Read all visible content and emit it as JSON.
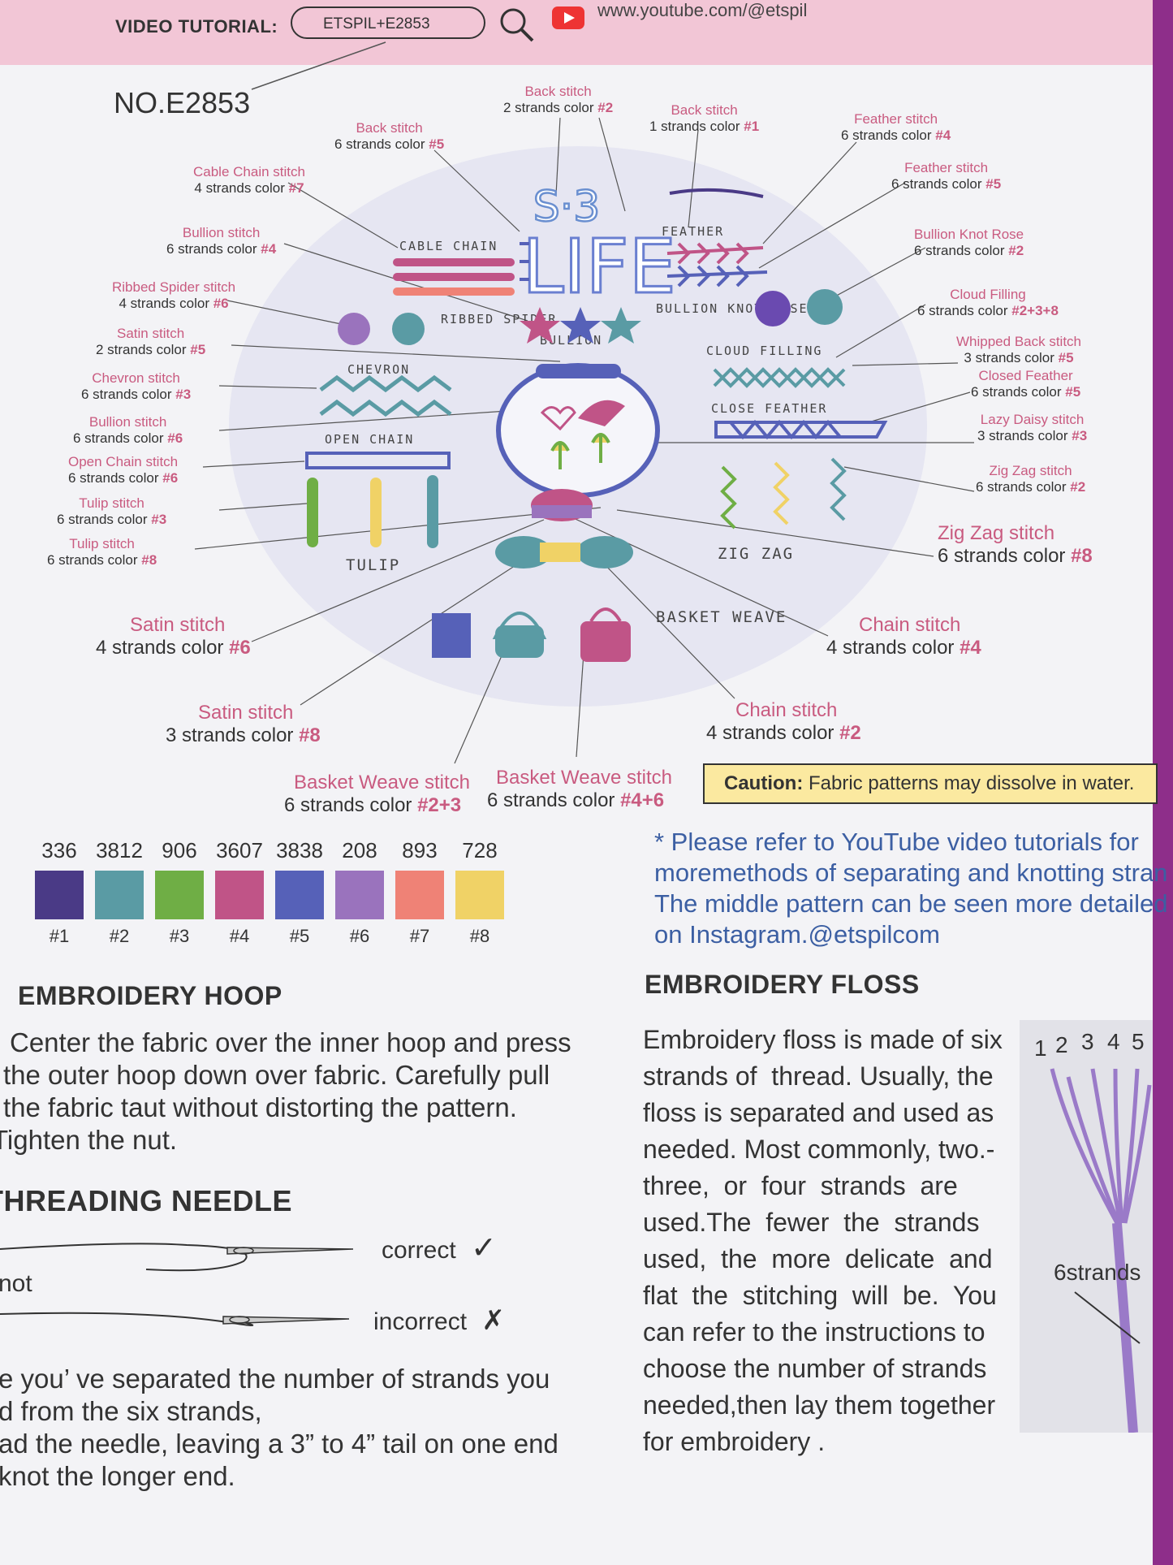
{
  "header": {
    "video_label": "VIDEO TUTORIAL:",
    "search_text": "ETSPIL+E2853",
    "url": "www.youtube.com/@etspil",
    "model_no": "NO.E2853"
  },
  "design": {
    "title_top": "S·3",
    "title_main": "LIFE",
    "section_labels": [
      "CABLE CHAIN",
      "FEATHER",
      "RIBBED SPIDER",
      "BULLION",
      "BULLION KNOT ROSE",
      "CHEVRON",
      "CLOUD FILLING",
      "CLOSE FEATHER",
      "OPEN CHAIN",
      "TULIP",
      "ZIG ZAG",
      "BASKET WEAVE"
    ]
  },
  "stitches": [
    {
      "name": "Back stitch",
      "spec": "6 strands color ",
      "color": "#5"
    },
    {
      "name": "Back stitch",
      "spec": "2 strands color ",
      "color": "#2"
    },
    {
      "name": "Back stitch",
      "spec": "1 strands color ",
      "color": "#1"
    },
    {
      "name": "Feather stitch",
      "spec": "6 strands color ",
      "color": "#4"
    },
    {
      "name": "Cable Chain stitch",
      "spec": "4 strands color ",
      "color": "#7"
    },
    {
      "name": "Feather stitch",
      "spec": "6 strands color ",
      "color": "#5"
    },
    {
      "name": "Bullion stitch",
      "spec": "6 strands color ",
      "color": "#4"
    },
    {
      "name": "Bullion Knot Rose",
      "spec": "6 strands color ",
      "color": "#2"
    },
    {
      "name": "Ribbed Spider stitch",
      "spec": "4 strands color ",
      "color": "#6"
    },
    {
      "name": "Cloud Filling",
      "spec": "6 strands color ",
      "color": "#2+3+8"
    },
    {
      "name": "Satin stitch",
      "spec": "2 strands color ",
      "color": "#5"
    },
    {
      "name": "Whipped Back stitch",
      "spec": "3 strands color ",
      "color": "#5"
    },
    {
      "name": "Chevron stitch",
      "spec": "6 strands color ",
      "color": "#3"
    },
    {
      "name": "Closed Feather",
      "spec": "6 strands color ",
      "color": "#5"
    },
    {
      "name": "Bullion stitch",
      "spec": "6 strands color ",
      "color": "#6"
    },
    {
      "name": "Lazy Daisy stitch",
      "spec": "3 strands color ",
      "color": "#3"
    },
    {
      "name": "Open Chain stitch",
      "spec": "6 strands color ",
      "color": "#6"
    },
    {
      "name": "Zig Zag stitch",
      "spec": "6 strands color ",
      "color": "#2"
    },
    {
      "name": "Tulip stitch",
      "spec": "6 strands color ",
      "color": "#3"
    },
    {
      "name": "Tulip stitch",
      "spec": "6 strands color ",
      "color": "#8"
    },
    {
      "name": "Zig Zag stitch",
      "spec": "6 strands color ",
      "color": "#8"
    },
    {
      "name": "Satin stitch",
      "spec": "4 strands color ",
      "color": "#6"
    },
    {
      "name": "Chain stitch",
      "spec": "4 strands color ",
      "color": "#4"
    },
    {
      "name": "Satin stitch",
      "spec": "3 strands color ",
      "color": "#8"
    },
    {
      "name": "Chain stitch",
      "spec": "4 strands color ",
      "color": "#2"
    },
    {
      "name": "Basket Weave stitch",
      "spec": "6 strands color ",
      "color": "#2+3"
    },
    {
      "name": "Basket Weave stitch",
      "spec": "6 strands color ",
      "color": "#4+6"
    }
  ],
  "caution": {
    "label": "Caution:",
    "text": " Fabric patterns may dissolve in water."
  },
  "refer": {
    "lines": [
      "* Please refer to YouTube video tutorials for",
      "moremethods of separating and knotting stran",
      "The middle pattern can be seen more detailed",
      "on Instagram.@etspilcom"
    ]
  },
  "palette": [
    {
      "code": "336",
      "num": "#1",
      "hex": "#4a3a86"
    },
    {
      "code": "3812",
      "num": "#2",
      "hex": "#5a9ba4"
    },
    {
      "code": "906",
      "num": "#3",
      "hex": "#6fae45"
    },
    {
      "code": "3607",
      "num": "#4",
      "hex": "#c05487"
    },
    {
      "code": "3838",
      "num": "#5",
      "hex": "#5661b8"
    },
    {
      "code": "208",
      "num": "#6",
      "hex": "#9a73bd"
    },
    {
      "code": "893",
      "num": "#7",
      "hex": "#ef8276"
    },
    {
      "code": "728",
      "num": "#8",
      "hex": "#f0d266"
    }
  ],
  "hoop": {
    "heading": "EMBROIDERY HOOP",
    "lines": [
      "Center the fabric over the inner hoop and press",
      "the outer hoop down over fabric. Carefully pull",
      "the fabric taut without distorting the pattern.",
      "Tighten the nut."
    ]
  },
  "needle": {
    "heading": "THREADING NEEDLE",
    "correct": "correct",
    "incorrect": "incorrect",
    "not_label": "not",
    "lines": [
      "e you’ ve separated the number of strands you",
      "d from the six strands,",
      "ad the needle, leaving a 3” to 4” tail on one end",
      "knot the longer end."
    ]
  },
  "floss": {
    "heading": "EMBROIDERY FLOSS",
    "lines": [
      "Embroidery floss is made of six",
      "strands of  thread. Usually, the",
      "floss is separated and used as",
      "needed. Most commonly, two.-",
      "three,  or  four  strands  are",
      "used.The  fewer  the  strands",
      "used,  the  more  delicate  and",
      "flat  the  stitching  will  be.  You",
      "can refer to the instructions to",
      "choose the number of strands",
      "needed,then lay them together",
      "for embroidery ."
    ],
    "strand_numbers": [
      "1",
      "2",
      "3",
      "4",
      "5"
    ],
    "six_label": "6strands"
  }
}
